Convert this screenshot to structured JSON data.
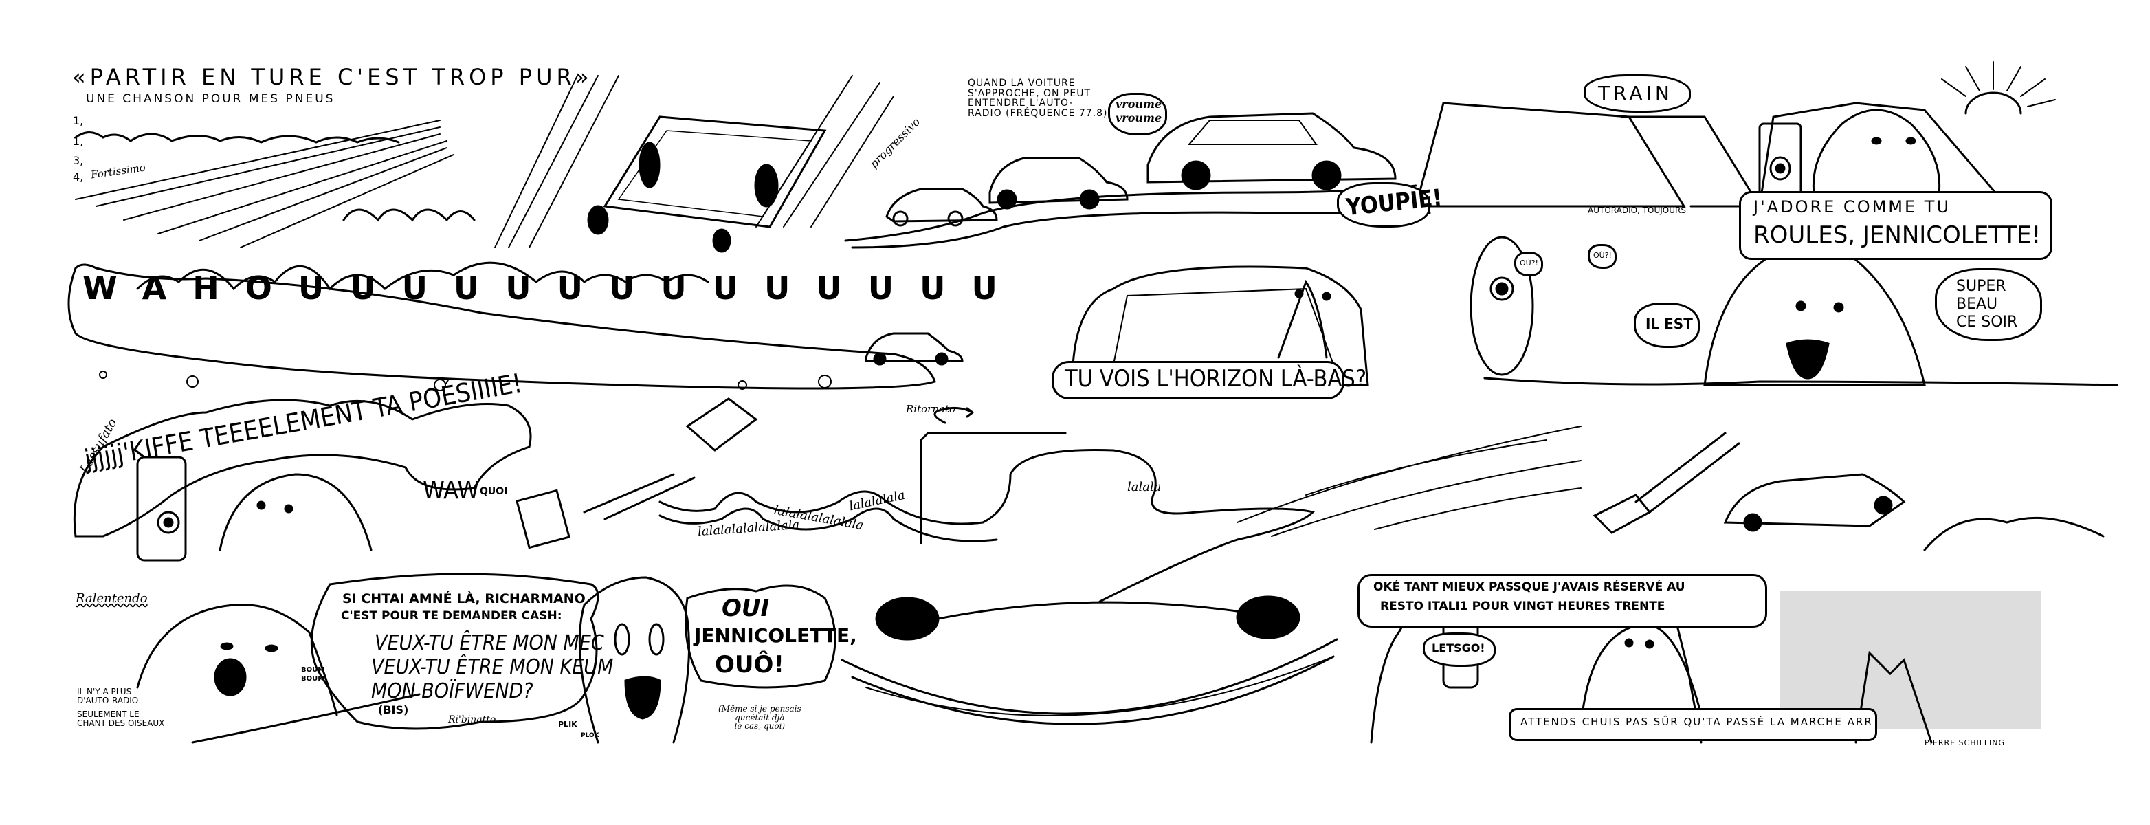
{
  "strip": {
    "title": "«PARTIR EN TURE C'EST TROP PUR»",
    "subtitle": "UNE CHANSON POUR MES PNEUS",
    "verse_numbers": [
      "1,",
      "1,",
      "3,",
      "4,"
    ],
    "author_signature": "PIERRE SCHILLING"
  },
  "row1": {
    "dynamic_fortissimo": "Fortissimo",
    "dynamic_progressivo": "progressivo",
    "caption_radio": [
      "QUAND LA VOITURE",
      "S'APPROCHE, ON PEUT",
      "ENTENDRE L'AUTO-",
      "RADIO (FRÉQUENCE 77.8)"
    ],
    "bubble_vroume": [
      "vroume",
      "vroume"
    ],
    "shout_youpie": "YOUPIE!",
    "bubble_train": "TRAIN",
    "caption_autoradio": "AUTORADIO, TOUJOURS",
    "bubble_jadore_line1": "J'ADORE COMME TU",
    "bubble_jadore_line2": "ROULES, JENNICOLETTE!"
  },
  "row2": {
    "shout_wahou": "WAHOUUUUUUUUUUUUUU",
    "bubble_horizon": "TU VOIS L'HORIZON LÀ-BAS?",
    "bubble_ou_1": "OÙ?!",
    "bubble_ou_2": "OÙ?!",
    "bubble_il_est": "IL EST",
    "bubble_super_beau": [
      "SUPER",
      "BEAU",
      "CE SOIR"
    ]
  },
  "row3": {
    "dynamic_lassufato": "Lassufato",
    "bubble_kiffe": "jjjjjj'KIFFE TEEEELEMENT TA POÉSIIIIE!",
    "bubble_waw": "WAW",
    "bubble_quoi": "QUOI",
    "dynamic_ritornato": "Ritornato",
    "lalala": [
      "lalalalalalalalala",
      "lalalalalalalala",
      "lalalalala",
      "lalala"
    ]
  },
  "row4": {
    "dynamic_rallentando": "Ralentendo",
    "caption_no_radio": [
      "IL N'Y A PLUS",
      "D'AUTO-RADIO"
    ],
    "caption_birds": [
      "SEULEMENT LE",
      "CHANT DES OISEAUX"
    ],
    "sound_boum": [
      "BOUM",
      "BOUM"
    ],
    "bubble_question_intro": [
      "SI CHTAI AMNÉ LÀ, RICHARMANO",
      "C'EST POUR TE DEMANDER CASH:"
    ],
    "bubble_question_main": [
      "VEUX-TU ÊTRE MON MEC",
      "VEUX-TU ÊTRE MON KEUM",
      "MON BOÏFWEND?"
    ],
    "bubble_bis": "(BIS)",
    "dynamic_ribinatto": "Ri'binatto",
    "sound_plik": "PLIK",
    "sound_plok": "PLOK",
    "bubble_oui": [
      "OUI",
      "JENNICOLETTE,",
      "OUÔ!"
    ],
    "aside_meme_si": [
      "(Même si je pensais",
      "qucétait djà",
      "le cas, quoi)"
    ],
    "bubble_oke": [
      "OKÉ TANT MIEUX PASSQUE J'AVAIS RÉSERVÉ AU",
      "RESTO ITALI1 POUR VINGT HEURES TRENTE"
    ],
    "bubble_letsgo": "LETSGO!",
    "bubble_attends": "ATTENDS CHUIS PAS SÛR QU'TA PASSÉ LA MARCHE ARR"
  }
}
